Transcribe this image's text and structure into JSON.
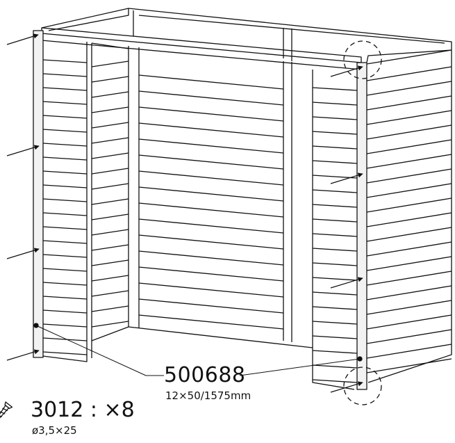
{
  "part": {
    "number": "500688",
    "dimensions": "12×50/1575mm"
  },
  "screw": {
    "code_qty": "3012 : ×8",
    "size": "ø3,5×25",
    "icon": "screw-icon"
  },
  "colors": {
    "stroke": "#111111",
    "board_fill": "#ffffff",
    "highlight_post": "#f2f2f2"
  }
}
